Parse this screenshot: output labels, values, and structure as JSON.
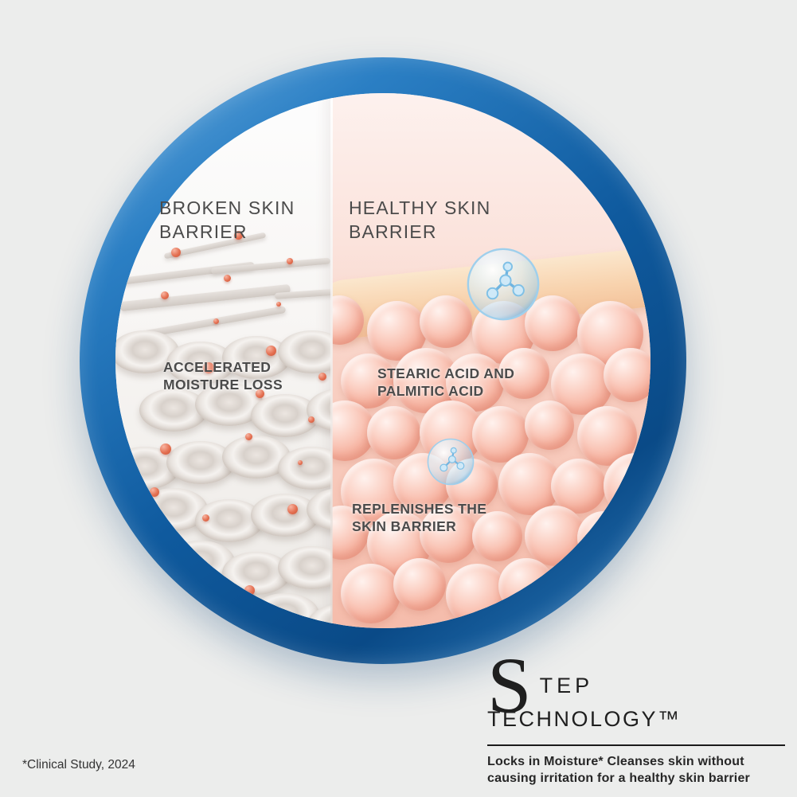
{
  "colors": {
    "page_bg": "#ecedec",
    "ring_blue": "#1467ae",
    "droplet_red": "#dd6a4f",
    "skin_pink": "#f6b5a4",
    "text_dark": "#4b4b4b",
    "brand_black": "#1f1f1f"
  },
  "diagram": {
    "broken": {
      "title_line1": "BROKEN SKIN",
      "title_line2": "BARRIER",
      "caption_line1": "ACCELERATED",
      "caption_line2": "MOISTURE LOSS"
    },
    "healthy": {
      "title_line1": "HEALTHY SKIN",
      "title_line2": "BARRIER",
      "caption1_line1": "STEARIC ACID AND",
      "caption1_line2": "PALMITIC ACID",
      "caption2_line1": "REPLENISHES THE",
      "caption2_line2": "SKIN BARRIER"
    }
  },
  "branding": {
    "logo_initial": "S",
    "logo_suffix": "TEP",
    "logo_line2": "TECHNOLOGY™",
    "tagline_line1": "Locks in Moisture* Cleanses skin without",
    "tagline_line2": "causing irritation for a healthy skin barrier"
  },
  "footnote": "*Clinical Study, 2024"
}
